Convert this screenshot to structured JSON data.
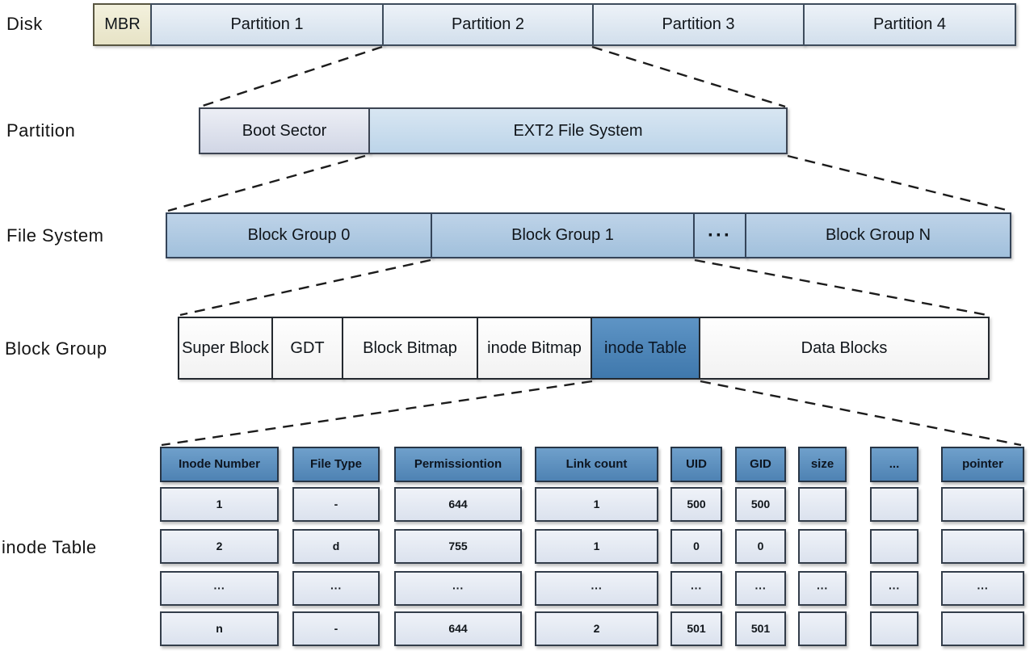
{
  "colors": {
    "mbr_fill": "#ece9d2",
    "partition_fill": "#dde7f2",
    "boot_sector_fill": "#dde1ec",
    "ext2_fill": "#c8dbed",
    "block_group_fill": "#aec8e1",
    "plain_cell_fill": "#f8f8f8",
    "inode_table_highlight_fill": "#4c84b6",
    "table_header_fill": "#5e91c0",
    "table_cell_fill": "#e5eaf4"
  },
  "levels": {
    "disk": {
      "label": "Disk",
      "segments": [
        "MBR",
        "Partition 1",
        "Partition 2",
        "Partition 3",
        "Partition 4"
      ]
    },
    "partition": {
      "label": "Partition",
      "segments": [
        "Boot Sector",
        "EXT2 File System"
      ]
    },
    "file_system": {
      "label": "File System",
      "segments": [
        "Block Group 0",
        "Block Group 1",
        "···",
        "Block Group N"
      ]
    },
    "block_group": {
      "label": "Block Group",
      "segments": [
        "Super Block",
        "GDT",
        "Block Bitmap",
        "inode Bitmap",
        "inode Table",
        "Data Blocks"
      ]
    },
    "inode_table": {
      "label": "inode Table",
      "headers": [
        "Inode Number",
        "File Type",
        "Permissiontion",
        "Link count",
        "UID",
        "GID",
        "size",
        "...",
        "pointer"
      ],
      "rows": [
        [
          "1",
          "-",
          "644",
          "1",
          "500",
          "500",
          "",
          "",
          ""
        ],
        [
          "2",
          "d",
          "755",
          "1",
          "0",
          "0",
          "",
          "",
          ""
        ],
        [
          "···",
          "···",
          "···",
          "···",
          "···",
          "···",
          "···",
          "···",
          "···"
        ],
        [
          "n",
          "-",
          "644",
          "2",
          "501",
          "501",
          "",
          "",
          ""
        ]
      ]
    }
  }
}
